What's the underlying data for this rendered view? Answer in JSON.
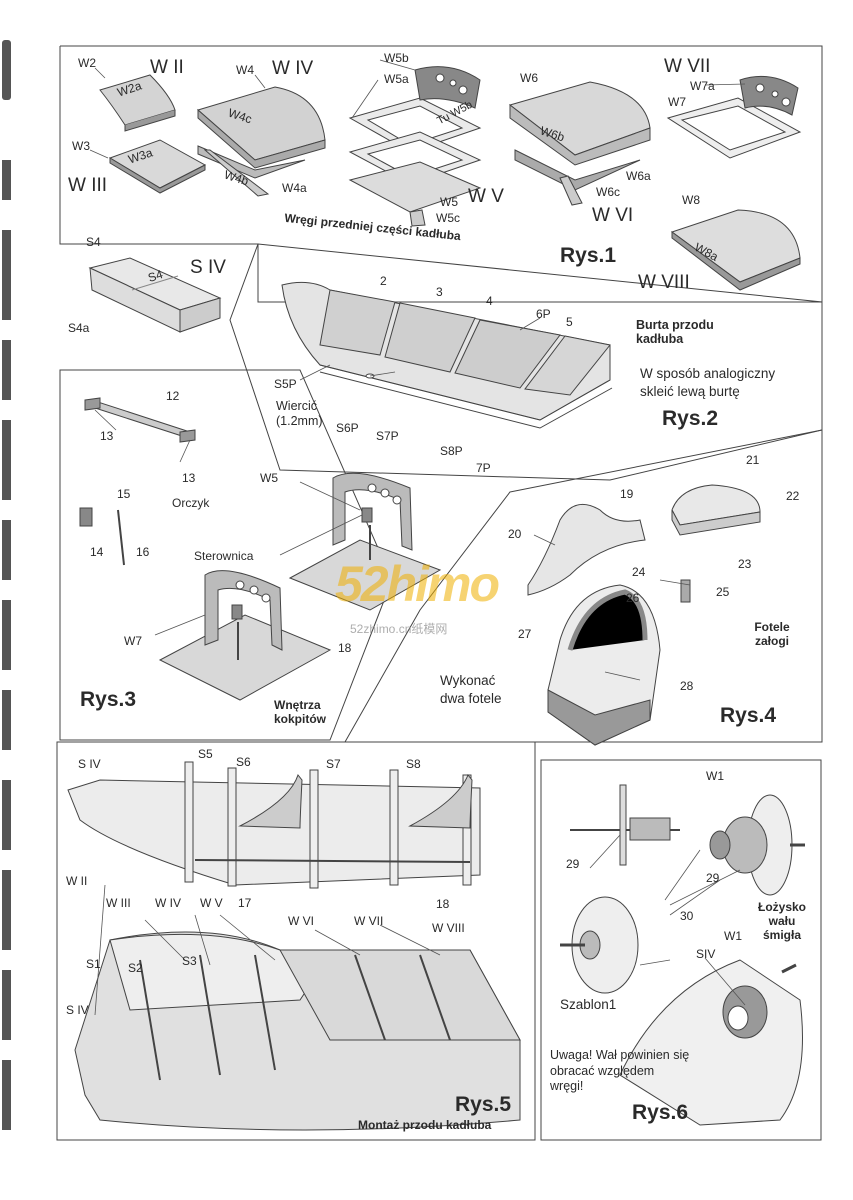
{
  "watermark": {
    "logo": "52himo",
    "url": "52zhimo.cn纸模网"
  },
  "rys1": {
    "caption": "Rys.1",
    "title": "Wręgi przedniej części kadłuba",
    "parts": [
      "W2",
      "W2a",
      "W II",
      "W3",
      "W3a",
      "W III",
      "W4",
      "W IV",
      "W4c",
      "W4b",
      "W4a",
      "W5b",
      "W5a",
      "Tu W5b",
      "W5",
      "W V",
      "W5c",
      "W6",
      "W6b",
      "W6a",
      "W6c",
      "W VI",
      "W VII",
      "W7a",
      "W7",
      "W8",
      "W8a",
      "W VIII",
      "S4",
      "S4",
      "S IV",
      "S4a"
    ]
  },
  "rys2": {
    "caption": "Rys.2",
    "title": "Burta przodu kadłuba",
    "note": "W sposób analogiczny skleić lewą burtę",
    "drill": "Wiercić",
    "drill_size": "(1.2mm)",
    "parts": [
      "2",
      "3",
      "4",
      "6P",
      "5",
      "S5P",
      "S6P",
      "S7P",
      "S8P",
      "7P"
    ]
  },
  "rys3": {
    "caption": "Rys.3",
    "title": "Wnętrza kokpitów",
    "orczyk": "Orczyk",
    "sterownica": "Sterownica",
    "parts": [
      "12",
      "13",
      "13",
      "15",
      "14",
      "16",
      "W5",
      "W7",
      "18"
    ]
  },
  "rys4": {
    "caption": "Rys.4",
    "title": "Fotele załogi",
    "note": "Wykonać dwa fotele",
    "parts": [
      "21",
      "22",
      "23",
      "19",
      "20",
      "24",
      "25",
      "26",
      "27",
      "28"
    ]
  },
  "rys5": {
    "caption": "Rys.5",
    "title": "Montaż przodu kadłuba",
    "parts": [
      "S IV",
      "S5",
      "S6",
      "S7",
      "S8",
      "W II",
      "W III",
      "W IV",
      "W V",
      "17",
      "18",
      "W VI",
      "W VII",
      "W VIII",
      "S1",
      "S2",
      "S3",
      "S IV"
    ]
  },
  "rys6": {
    "caption": "Rys.6",
    "title": "Łożysko wału śmigła",
    "note": "Uwaga! Wał powinien się obracać względem wręgi!",
    "template": "Szablon1",
    "parts": [
      "W1",
      "29",
      "29",
      "30",
      "SIV",
      "W1"
    ]
  }
}
